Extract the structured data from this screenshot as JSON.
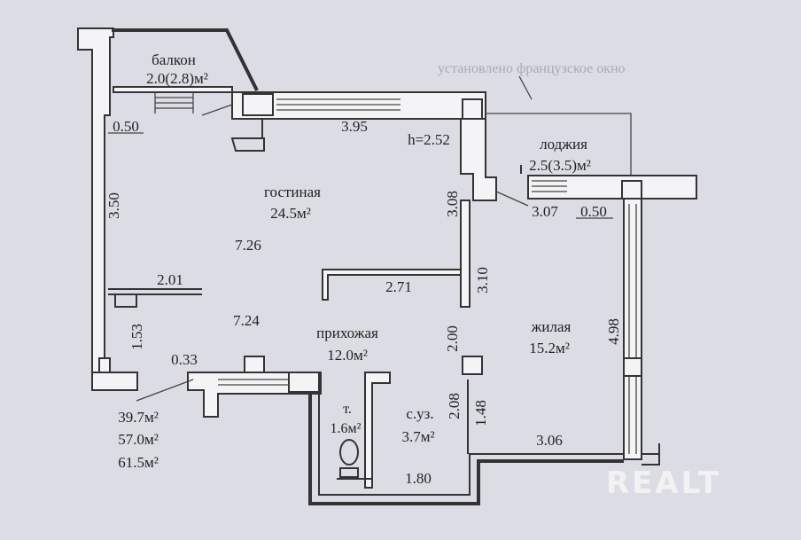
{
  "plan": {
    "rooms": {
      "balcony": {
        "name": "балкон",
        "area": "2.0(2.8)м²"
      },
      "living_room": {
        "name": "гостиная",
        "area": "24.5м²"
      },
      "loggia": {
        "name": "лоджия",
        "area": "2.5(3.5)м²"
      },
      "hallway": {
        "name": "прихожая",
        "area": "12.0м²"
      },
      "bedroom": {
        "name": "жилая",
        "area": "15.2м²"
      },
      "toilet": {
        "name": "т.",
        "area": "1.6м²"
      },
      "bathroom": {
        "name": "с.уз.",
        "area": "3.7м²"
      }
    },
    "ceiling_height": "h=2.52",
    "dimensions": {
      "d_050_top": "0.50",
      "d_395": "3.95",
      "d_350": "3.50",
      "d_308": "3.08",
      "d_307": "3.07",
      "d_050_loggia": "0.50",
      "d_726": "7.26",
      "d_201": "2.01",
      "d_271": "2.71",
      "d_310": "3.10",
      "d_724": "7.24",
      "d_153": "1.53",
      "d_200": "2.00",
      "d_033": "0.33",
      "d_208": "2.08",
      "d_148": "1.48",
      "d_498": "4.98",
      "d_306": "3.06",
      "d_180": "1.80"
    },
    "totals": [
      "39.7м²",
      "57.0м²",
      "61.5м²"
    ],
    "note": "установлено французское окно"
  },
  "watermark": "REALT",
  "colors": {
    "paper": "#dcdde4",
    "ink": "#222222",
    "faint_ink": "#a9aab3",
    "watermark": "#f2f2f2"
  }
}
